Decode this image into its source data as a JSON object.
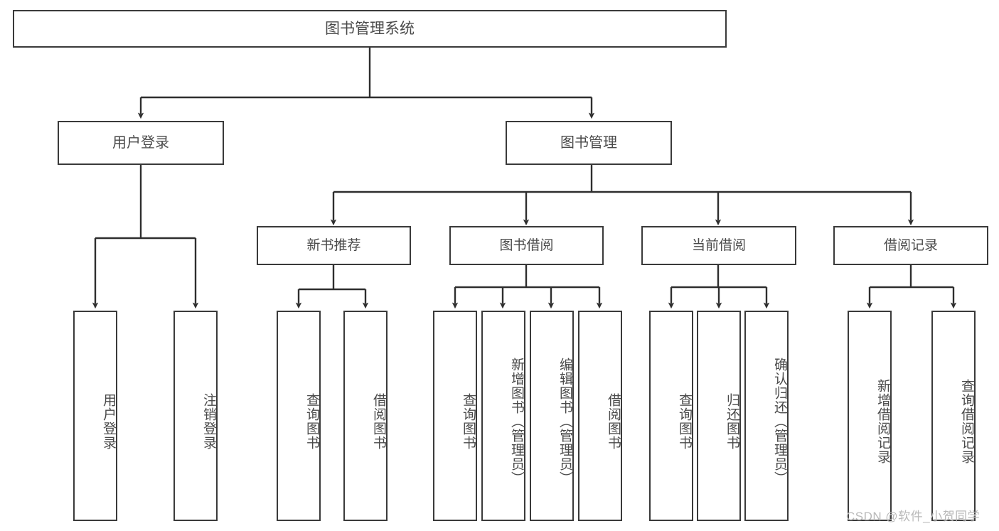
{
  "diagram": {
    "title": "图书管理系统",
    "type": "tree-hierarchy",
    "watermark": "CSDN @软件_小贺同学",
    "colors": {
      "box_border": "#3a3a3a",
      "box_fill": "#ffffff",
      "text": "#4a4a4a",
      "connector": "#2e2e2e",
      "watermark": "#b9b9b9"
    },
    "nodes": {
      "root": {
        "label": "图书管理系统"
      },
      "level2": [
        {
          "id": "user-login",
          "label": "用户登录"
        },
        {
          "id": "book-management",
          "label": "图书管理"
        }
      ],
      "level3": [
        {
          "id": "new-book-recommend",
          "label": "新书推荐"
        },
        {
          "id": "book-borrow",
          "label": "图书借阅"
        },
        {
          "id": "current-borrow",
          "label": "当前借阅"
        },
        {
          "id": "borrow-record",
          "label": "借阅记录"
        }
      ],
      "leaves": {
        "user-login": [
          {
            "id": "leaf-user-login",
            "label": "用户登录"
          },
          {
            "id": "leaf-logout-login",
            "label": "注销登录"
          }
        ],
        "new-book-recommend": [
          {
            "id": "leaf-query-book-1",
            "label": "查询图书"
          },
          {
            "id": "leaf-borrow-book-1",
            "label": "借阅图书"
          }
        ],
        "book-borrow": [
          {
            "id": "leaf-query-book-2",
            "label": "查询图书"
          },
          {
            "id": "leaf-add-book",
            "label": "新增图书（管理员）"
          },
          {
            "id": "leaf-edit-book",
            "label": "编辑图书（管理员）"
          },
          {
            "id": "leaf-borrow-book-2",
            "label": "借阅图书"
          }
        ],
        "current-borrow": [
          {
            "id": "leaf-query-book-3",
            "label": "查询图书"
          },
          {
            "id": "leaf-return-book",
            "label": "归还图书"
          },
          {
            "id": "leaf-confirm-return",
            "label": "确认归还（管理员）"
          }
        ],
        "borrow-record": [
          {
            "id": "leaf-add-record",
            "label": "新增借阅记录"
          },
          {
            "id": "leaf-query-record",
            "label": "查询借阅记录"
          }
        ]
      }
    }
  }
}
